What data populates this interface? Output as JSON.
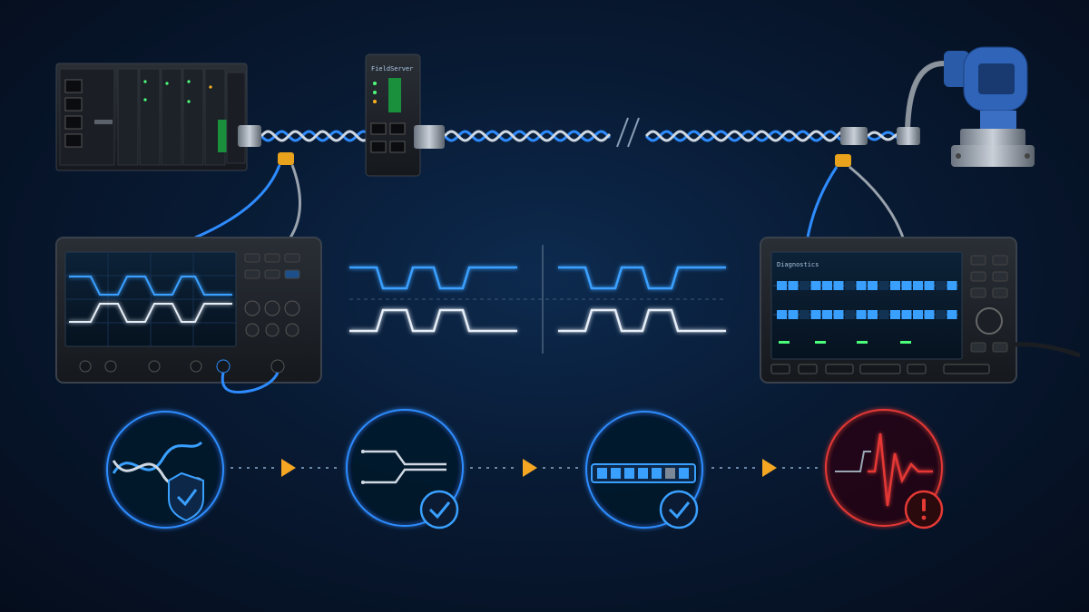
{
  "devices": {
    "plc": {
      "icon": "plc-rack-icon"
    },
    "switch": {
      "label": "FieldServer",
      "icon": "network-switch-icon"
    },
    "transmitter": {
      "icon": "pressure-transmitter-icon"
    },
    "oscilloscope": {
      "icon": "oscilloscope-icon"
    },
    "analyzer": {
      "label": "Diagnostics",
      "icon": "protocol-analyzer-icon"
    }
  },
  "cable": {
    "break_icon": "cable-break-icon"
  },
  "workflow": {
    "steps": [
      {
        "icon": "twisted-pair-shield-icon",
        "badge": "check-icon",
        "status": "ok"
      },
      {
        "icon": "differential-signal-icon",
        "badge": "check-icon",
        "status": "ok"
      },
      {
        "icon": "data-frame-icon",
        "badge": "check-icon",
        "status": "ok"
      },
      {
        "icon": "noise-spike-icon",
        "badge": "alert-icon",
        "status": "fault"
      }
    ]
  },
  "colors": {
    "accent_blue": "#2e8cff",
    "signal_white": "#e6eef8",
    "arrow_amber": "#f5a623",
    "fault_red": "#e53935",
    "ok_check": "#3ba3ff"
  }
}
